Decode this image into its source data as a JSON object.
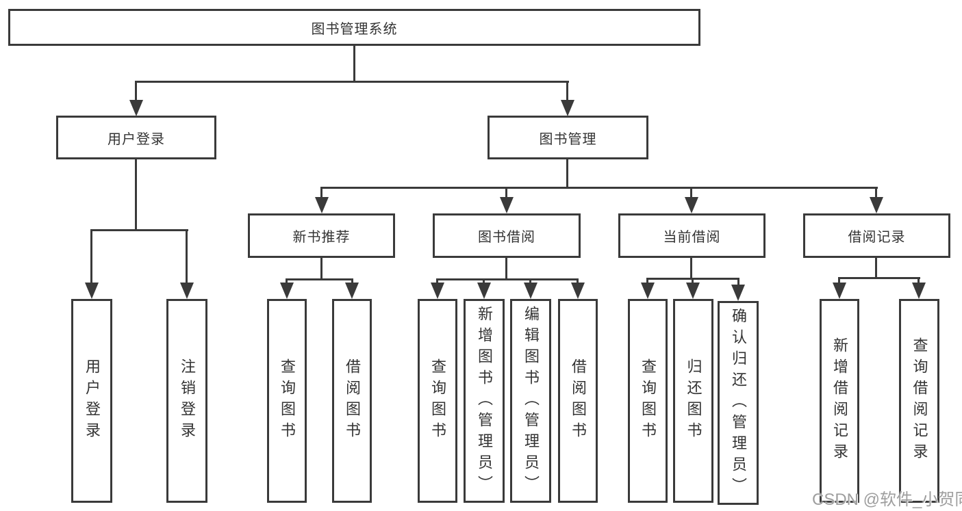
{
  "diagram_title": "图书管理系统",
  "tree": {
    "root": "图书管理系统",
    "branches": [
      {
        "label": "用户登录",
        "children": [
          "用户登录",
          "注销登录"
        ]
      },
      {
        "label": "图书管理",
        "groups": [
          {
            "label": "新书推荐",
            "children": [
              "查询图书",
              "借阅图书"
            ]
          },
          {
            "label": "图书借阅",
            "children": [
              "查询图书",
              "新增图书（管理员）",
              "编辑图书（管理员）",
              "借阅图书"
            ]
          },
          {
            "label": "当前借阅",
            "children": [
              "查询图书",
              "归还图书",
              "确认归还（管理员）"
            ]
          },
          {
            "label": "借阅记录",
            "children": [
              "新增借阅记录",
              "查询借阅记录"
            ]
          }
        ]
      }
    ]
  },
  "watermark": "CSDN @软件_小贺同学",
  "colors": {
    "line": "#3a3a3a",
    "text": "#333333",
    "background": "#ffffff",
    "watermark": "#9e9e9e"
  }
}
